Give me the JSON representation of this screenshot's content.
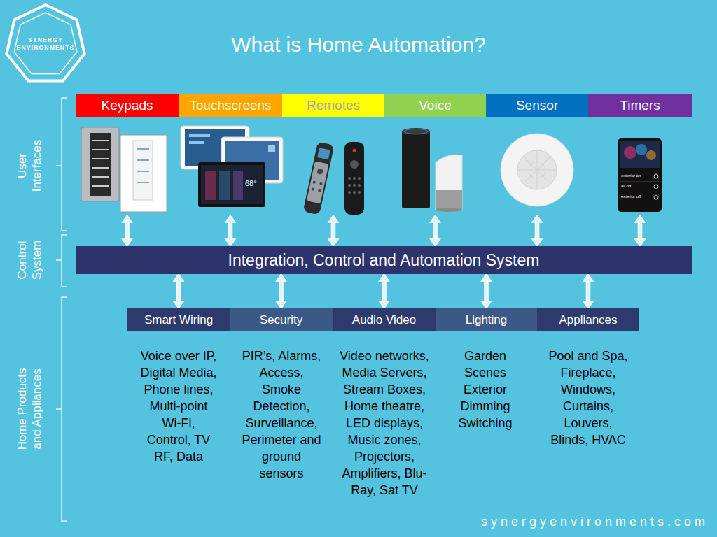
{
  "diagram": {
    "title": "What is Home Automation?",
    "nodes": [
      {
        "text": [
          "Keypads"
        ]
      },
      {
        "text": [
          "Touchscreens"
        ]
      },
      {
        "text": [
          "Remotes"
        ]
      },
      {
        "text": [
          "Voice"
        ]
      },
      {
        "text": [
          "Sensor"
        ]
      },
      {
        "text": [
          "Timers"
        ]
      },
      {
        "text": [
          "Integration, Control and Automation System"
        ]
      },
      {
        "text": [
          "Smart Wiring"
        ]
      },
      {
        "text": [
          "Security"
        ]
      },
      {
        "text": [
          "Audio Video"
        ]
      },
      {
        "text": [
          "Lighting"
        ]
      },
      {
        "text": [
          "Appliances"
        ]
      }
    ],
    "edges": [
      {
        "from": 0,
        "to": 6,
        "arrow": "both"
      },
      {
        "from": 1,
        "to": 6,
        "arrow": "both"
      },
      {
        "from": 2,
        "to": 6,
        "arrow": "both"
      },
      {
        "from": 3,
        "to": 6,
        "arrow": "both"
      },
      {
        "from": 4,
        "to": 6,
        "arrow": "both"
      },
      {
        "from": 5,
        "to": 6,
        "arrow": "both"
      },
      {
        "from": 6,
        "to": 7,
        "arrow": "both"
      },
      {
        "from": 6,
        "to": 8,
        "arrow": "both"
      },
      {
        "from": 6,
        "to": 9,
        "arrow": "both"
      },
      {
        "from": 6,
        "to": 10,
        "arrow": "both"
      },
      {
        "from": 6,
        "to": 11,
        "arrow": "both"
      }
    ],
    "labels": [
      "SYNERGY ENVIRONMENTS",
      "User Interfaces",
      "Control System",
      "Home Products and Appliances",
      "68°",
      "exterior on",
      "all off",
      "exterior off",
      "Voice over IP, Digital Media, Phone lines, Multi-point Wi-Fi, Control, TV RF, Data",
      "PIR’s, Alarms, Access, Smoke Detection, Surveillance, Perimeter and ground sensors",
      "Video networks, Media Servers, Stream Boxes, Home theatre, LED displays, Music zones, Projectors, Amplifiers, Blu-Ray, Sat TV",
      "Garden Scenes Exterior Dimming Switching",
      "Pool and Spa, Fireplace, Windows, Curtains, Louvers, Blinds, HVAC",
      "synergyenvironments.com"
    ]
  }
}
